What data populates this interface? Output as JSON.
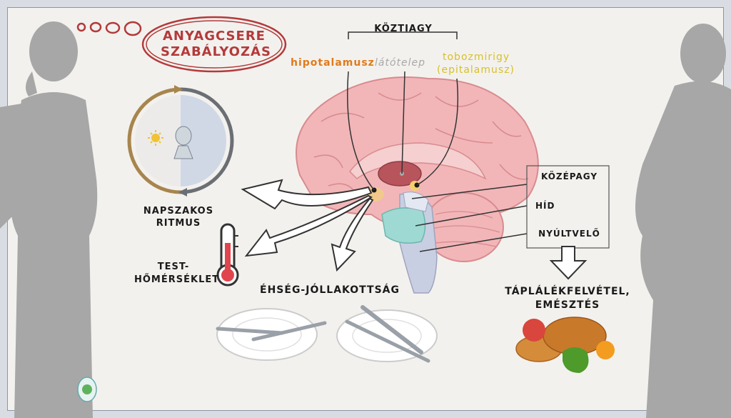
{
  "bubble": {
    "title_line1": "ANYAGCSERE",
    "title_line2": "SZABÁLYOZÁS"
  },
  "diencephalon": {
    "header": "KÖZTIAGY",
    "hypothalamus": "hipotalamusz",
    "thalamus": "látótelep",
    "pineal_line1": "tobozmirigy",
    "pineal_line2": "(epitalamusz)"
  },
  "brainstem": {
    "midbrain": "KÖZÉPAGY",
    "pons": "HÍD",
    "medulla": "NYÚLTVELŐ"
  },
  "functions": {
    "circadian_line1": "NAPSZAKOS",
    "circadian_line2": "RITMUS",
    "temp_line1": "TEST-",
    "temp_line2": "HŐMÉRSÉKLET",
    "hunger": "ÉHSÉG-JÓLLAKOTTSÁG",
    "intake_line1": "TÁPLÁLÉKFELVÉTEL,",
    "intake_line2": "EMÉSZTÉS"
  },
  "colors": {
    "hypothalamus": "#e07b1a",
    "thalamus": "#a9a9a9",
    "pineal": "#d6c12a",
    "bubble_border": "#b33a3a",
    "brain": "#f2b6b8",
    "silhouette": "#a7a7a7"
  },
  "icons": [
    "sun-icon",
    "moon-icon",
    "thermometer-icon",
    "plate-icon",
    "fork-icon",
    "knife-icon",
    "apple-icon",
    "chicken-icon",
    "croissant-icon",
    "pepper-icon",
    "orange-icon",
    "frog-logo-icon"
  ]
}
